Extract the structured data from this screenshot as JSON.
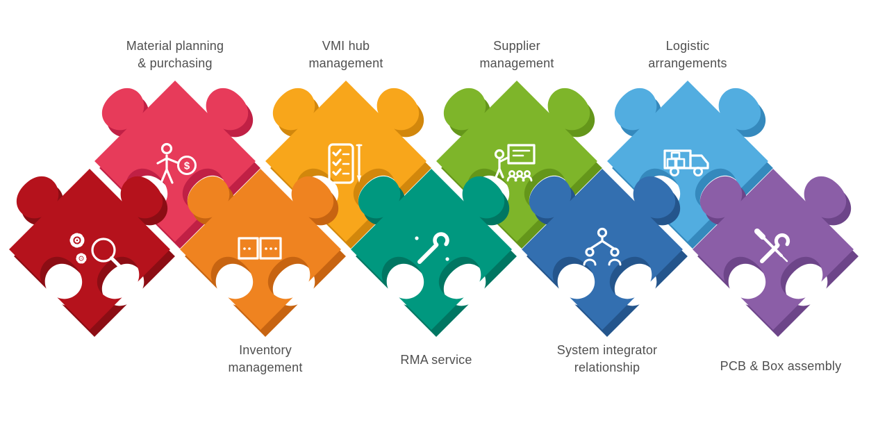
{
  "background": "#ffffff",
  "text_color": "#4f4f4f",
  "icons": {
    "dollar_symbol": "$"
  },
  "pieces": [
    {
      "name": "sourcing-analysis",
      "color": "#b5121c",
      "shadow": "#8c0d14",
      "icon": "gears-magnifier-icon",
      "label_line1": "",
      "label_line2": "",
      "label_position": "none"
    },
    {
      "name": "material-planning-purchasing",
      "color": "#e73b5a",
      "shadow": "#c02045",
      "icon": "person-dollar-icon",
      "label_line1": "Material planning",
      "label_line2": "& purchasing",
      "label_position": "top"
    },
    {
      "name": "inventory-management",
      "color": "#ef8320",
      "shadow": "#c76411",
      "icon": "boxes-icon",
      "label_line1": "Inventory",
      "label_line2": "management",
      "label_position": "bottom"
    },
    {
      "name": "vmi-hub-management",
      "color": "#f8a61b",
      "shadow": "#d2870c",
      "icon": "checklist-pen-icon",
      "label_line1": "VMI hub",
      "label_line2": "management",
      "label_position": "top"
    },
    {
      "name": "rma-service",
      "color": "#00987f",
      "shadow": "#007662",
      "icon": "wrench-icon",
      "label_line1": "RMA service",
      "label_line2": "",
      "label_position": "bottom"
    },
    {
      "name": "supplier-management",
      "color": "#7eb52a",
      "shadow": "#64961a",
      "icon": "presenter-icon",
      "label_line1": "Supplier",
      "label_line2": "management",
      "label_position": "top"
    },
    {
      "name": "system-integrator-relationship",
      "color": "#336fb0",
      "shadow": "#24558c",
      "icon": "org-chart-icon",
      "label_line1": "System integrator",
      "label_line2": "relationship",
      "label_position": "bottom"
    },
    {
      "name": "logistic-arrangements",
      "color": "#52ade0",
      "shadow": "#3589bd",
      "icon": "truck-icon",
      "label_line1": "Logistic",
      "label_line2": "arrangements",
      "label_position": "top"
    },
    {
      "name": "pcb-box-assembly",
      "color": "#8b5ea7",
      "shadow": "#6d4589",
      "icon": "crossed-tools-icon",
      "label_line1": "PCB & Box assembly",
      "label_line2": "",
      "label_position": "bottom"
    }
  ]
}
